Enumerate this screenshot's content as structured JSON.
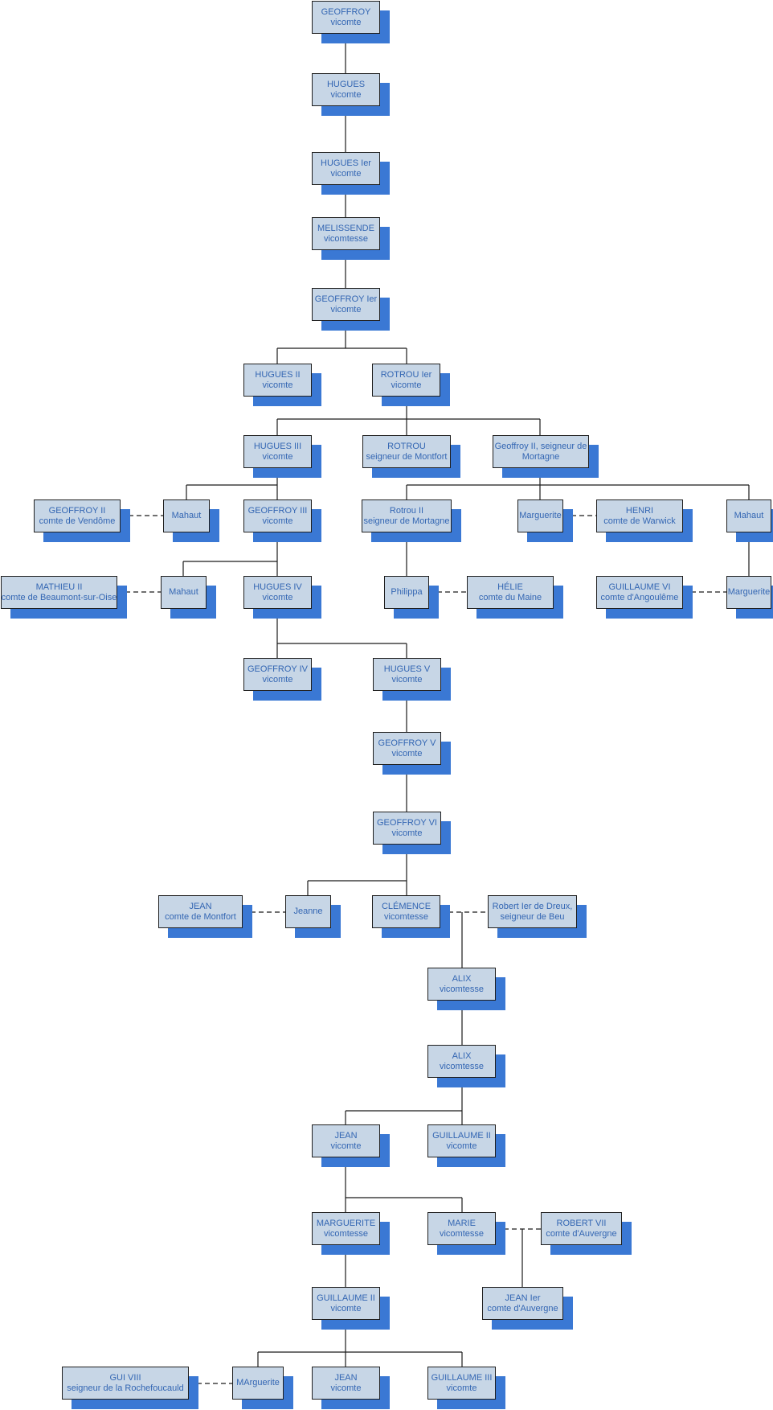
{
  "nodes": [
    {
      "id": "geoffroy",
      "l1": "GEOFFROY",
      "l2": "vicomte"
    },
    {
      "id": "hugues",
      "l1": "HUGUES",
      "l2": "vicomte"
    },
    {
      "id": "hugues-1",
      "l1": "HUGUES Ier",
      "l2": "vicomte"
    },
    {
      "id": "melissende",
      "l1": "MELISSENDE",
      "l2": "vicomtesse"
    },
    {
      "id": "geoffroy-1",
      "l1": "GEOFFROY Ier",
      "l2": "vicomte"
    },
    {
      "id": "hugues-2",
      "l1": "HUGUES II",
      "l2": "vicomte"
    },
    {
      "id": "rotrou-1",
      "l1": "ROTROU Ier",
      "l2": "vicomte"
    },
    {
      "id": "hugues-3",
      "l1": "HUGUES III",
      "l2": "vicomte"
    },
    {
      "id": "rotrou-montfort",
      "l1": "ROTROU",
      "l2": "seigneur de Montfort"
    },
    {
      "id": "geoffroy-2-mortagne",
      "l1": "Geoffroy II, seigneur de",
      "l2": "Mortagne"
    },
    {
      "id": "geoffroy-2-vendome",
      "l1": "GEOFFROY II",
      "l2": "comte de Vendôme"
    },
    {
      "id": "mahaut-a",
      "l1": "Mahaut",
      "l2": ""
    },
    {
      "id": "geoffroy-3",
      "l1": "GEOFFROY III",
      "l2": "vicomte"
    },
    {
      "id": "rotrou-2",
      "l1": "Rotrou II",
      "l2": "seigneur de Mortagne"
    },
    {
      "id": "marguerite-a",
      "l1": "Marguerite",
      "l2": ""
    },
    {
      "id": "henri",
      "l1": "HENRI",
      "l2": "comte de Warwick"
    },
    {
      "id": "mahaut-c",
      "l1": "Mahaut",
      "l2": ""
    },
    {
      "id": "mathieu-2",
      "l1": "MATHIEU II",
      "l2": "comte de Beaumont-sur-Oise"
    },
    {
      "id": "mahaut-b",
      "l1": "Mahaut",
      "l2": ""
    },
    {
      "id": "hugues-4",
      "l1": "HUGUES IV",
      "l2": "vicomte"
    },
    {
      "id": "philippa",
      "l1": "Philippa",
      "l2": ""
    },
    {
      "id": "helie",
      "l1": "HÉLIE",
      "l2": "comte du Maine"
    },
    {
      "id": "guillaume-6",
      "l1": "GUILLAUME VI",
      "l2": "comte d'Angoulême"
    },
    {
      "id": "marguerite-b",
      "l1": "Marguerite",
      "l2": ""
    },
    {
      "id": "geoffroy-4",
      "l1": "GEOFFROY IV",
      "l2": "vicomte"
    },
    {
      "id": "hugues-5",
      "l1": "HUGUES V",
      "l2": "vicomte"
    },
    {
      "id": "geoffroy-5",
      "l1": "GEOFFROY V",
      "l2": "vicomte"
    },
    {
      "id": "geoffroy-6",
      "l1": "GEOFFROY VI",
      "l2": "vicomte"
    },
    {
      "id": "jean-montfort",
      "l1": "JEAN",
      "l2": "comte de Montfort"
    },
    {
      "id": "jeanne",
      "l1": "Jeanne",
      "l2": ""
    },
    {
      "id": "clemence",
      "l1": "CLÉMENCE",
      "l2": "vicomtesse"
    },
    {
      "id": "robert-dreux",
      "l1": "Robert Ier de Dreux,",
      "l2": "seigneur de Beu"
    },
    {
      "id": "alix-1",
      "l1": "ALIX",
      "l2": "vicomtesse"
    },
    {
      "id": "alix-2",
      "l1": "ALIX",
      "l2": "vicomtesse"
    },
    {
      "id": "jean",
      "l1": "JEAN",
      "l2": "vicomte"
    },
    {
      "id": "guillaume-2-a",
      "l1": "GUILLAUME II",
      "l2": "vicomte"
    },
    {
      "id": "marguerite-vic",
      "l1": "MARGUERITE",
      "l2": "vicomtesse"
    },
    {
      "id": "marie",
      "l1": "MARIE",
      "l2": "vicomtesse"
    },
    {
      "id": "robert-7",
      "l1": "ROBERT VII",
      "l2": "comte d'Auvergne"
    },
    {
      "id": "guillaume-2-b",
      "l1": "GUILLAUME II",
      "l2": "vicomte"
    },
    {
      "id": "jean-1-auvergne",
      "l1": "JEAN Ier",
      "l2": "comte d'Auvergne"
    },
    {
      "id": "gui-8",
      "l1": "GUI VIII",
      "l2": "seigneur de la Rochefoucauld"
    },
    {
      "id": "marguerite-c",
      "l1": "MArguerite",
      "l2": ""
    },
    {
      "id": "jean-b",
      "l1": "JEAN",
      "l2": "vicomte"
    },
    {
      "id": "guillaume-3",
      "l1": "GUILLAUME III",
      "l2": "vicomte"
    }
  ]
}
